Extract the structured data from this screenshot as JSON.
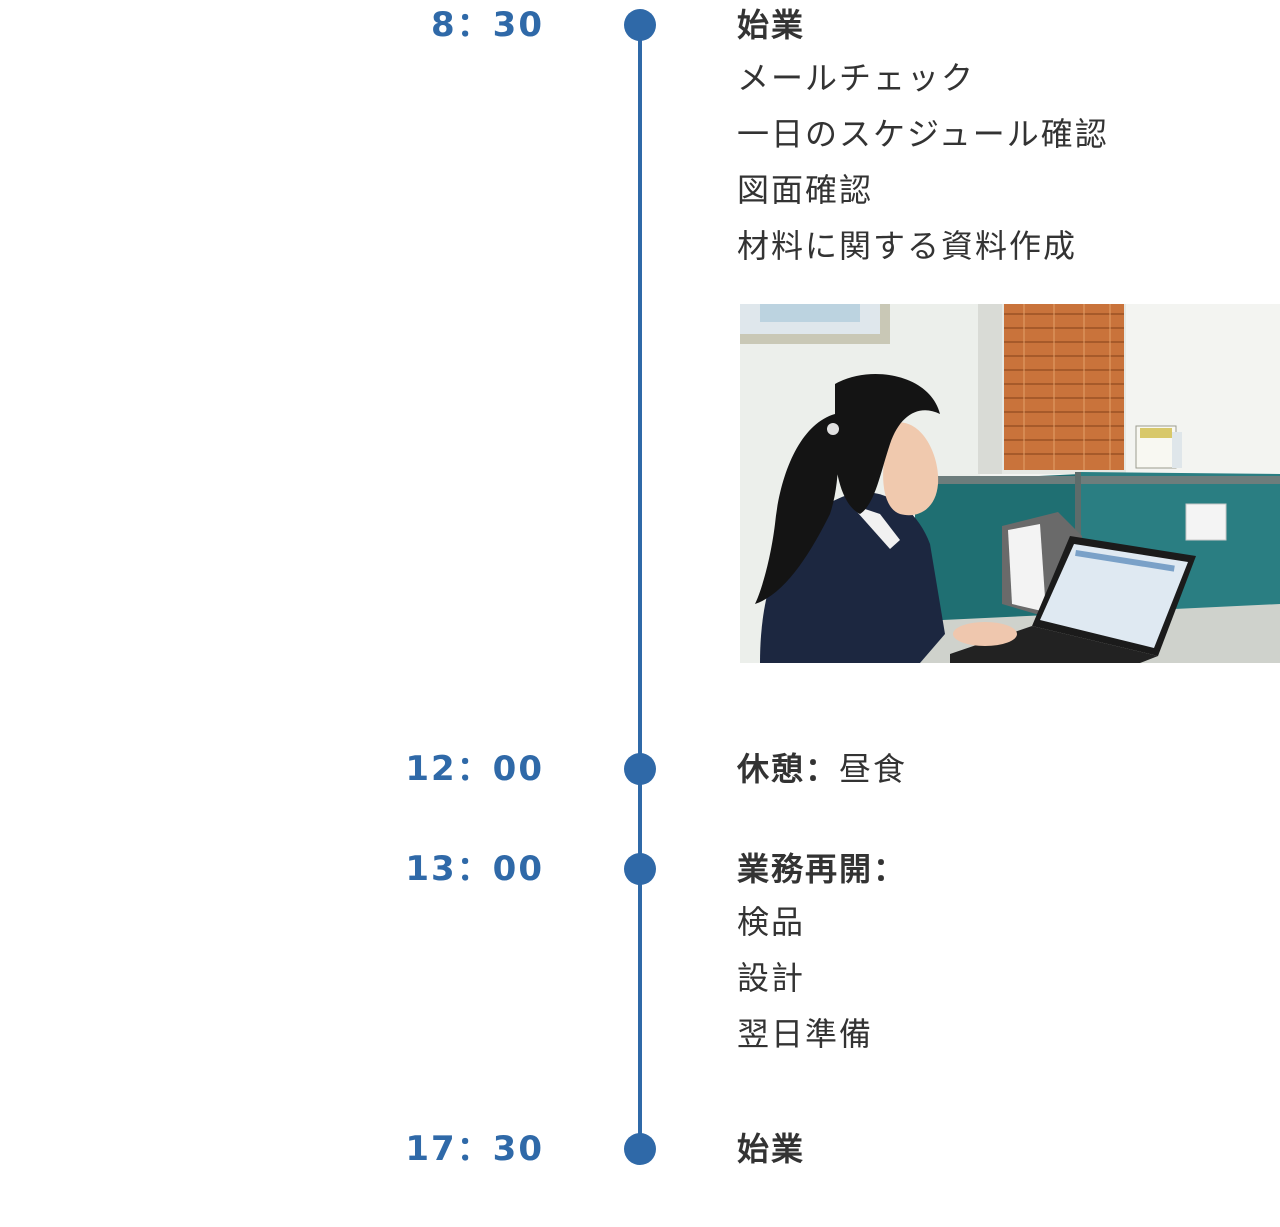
{
  "schedule": [
    {
      "time": "8：30",
      "title": "始業",
      "subtitle": "",
      "lines": [
        "メールチェック",
        "一日のスケジュール確認",
        "図面確認",
        "材料に関する資料作成"
      ]
    },
    {
      "time": "12：00",
      "title": "休憩：",
      "subtitle": "昼食",
      "lines": []
    },
    {
      "time": "13：00",
      "title": "業務再開：",
      "subtitle": "",
      "lines": [
        "検品",
        "設計",
        "翌日準備"
      ]
    },
    {
      "time": "17：30",
      "title": "始業",
      "subtitle": "",
      "lines": []
    }
  ],
  "colors": {
    "accent": "#2f69a8",
    "text": "#333333"
  },
  "photo": {
    "subject": "woman-working-at-laptop-photo"
  }
}
